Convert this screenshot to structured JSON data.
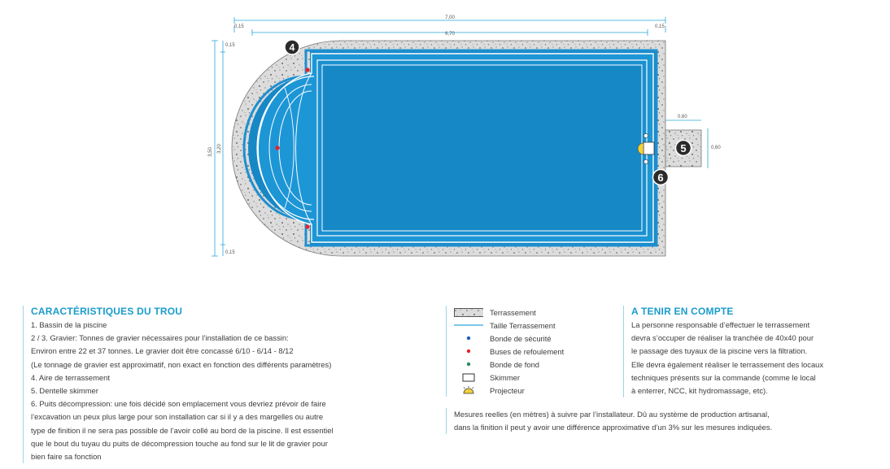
{
  "dimensions": {
    "overall_width": "7,00",
    "pool_width": "6,70",
    "side_margin_left": "0,15",
    "side_margin_right": "0,15",
    "overall_height": "3,50",
    "pool_height": "3,20",
    "top_margin": "0,15",
    "bottom_margin": "0,15",
    "skimmer_box_width": "0,60",
    "skimmer_box_height": "0,60"
  },
  "badges": {
    "four": "4",
    "five": "5",
    "six": "6"
  },
  "colors": {
    "accent": "#1a9ccb",
    "water_dark": "#1688c6",
    "water_light": "#2aa6e0",
    "gravel": "#dcdcdc",
    "safety_drain": "#1e5fb0",
    "return_jet": "#e8202a",
    "bottom_drain": "#2e8a5e",
    "projector": "#f3d13b"
  },
  "characteristics": {
    "title": "CARACTÉRISTIQUES DU TROU",
    "lines": [
      "1. Bassin de la piscine",
      "2 / 3. Gravier: Tonnes de gravier nécessaires pour l’installation de ce bassin:",
      "Environ entre 22 et 37 tonnes. Le gravier doit être concassé 6/10 - 6/14 - 8/12",
      "(Le tonnage de gravier est approximatif, non exact en fonction des différents paramètres)",
      "4. Aire de terrassement",
      "5. Dentelle skimmer",
      "6. Puits décompression: une fois décidé son emplacement vous devriez prévoir de faire",
      "l’excavation un peux plus large pour son installation car si il y a des margelles ou autre",
      "type de finition il ne sera pas possible de l’avoir collé au bord de la piscine. Il est essentiel",
      "que le bout du tuyau du puits de décompression touche au fond sur le lit de gravier pour",
      "bien faire sa fonction"
    ]
  },
  "legend": {
    "items": [
      {
        "icon": "gravel-swatch-icon",
        "label": "Terrassement"
      },
      {
        "icon": "blue-line-icon",
        "label": "Taille Terrassement"
      },
      {
        "icon": "blue-dot-icon",
        "label": "Bonde de sécurité"
      },
      {
        "icon": "red-dot-icon",
        "label": "Buses de refoulement"
      },
      {
        "icon": "green-dot-icon",
        "label": "Bonde de fond"
      },
      {
        "icon": "skimmer-box-icon",
        "label": "Skimmer"
      },
      {
        "icon": "projector-icon",
        "label": "Projecteur"
      }
    ]
  },
  "consider": {
    "title": "A TENIR EN COMPTE",
    "lines": [
      "La personne responsable d’effectuer le terrassement",
      "devra s’occuper de réaliser la tranchée de 40x40 pour",
      "le passage des tuyaux de la piscine vers la filtration.",
      "Elle devra également réaliser le terrassement des locaux",
      "techniques présents sur la commande (comme le local",
      "à enterrer, NCC, kit hydromassage, etc)."
    ]
  },
  "note": {
    "lines": [
      "Mesures reelles (en mètres) à suivre par l’installateur. Dû au système de production artisanal,",
      "dans la finition il peut y avoir une différence approximative d’un 3% sur les mesures indiquées."
    ]
  }
}
